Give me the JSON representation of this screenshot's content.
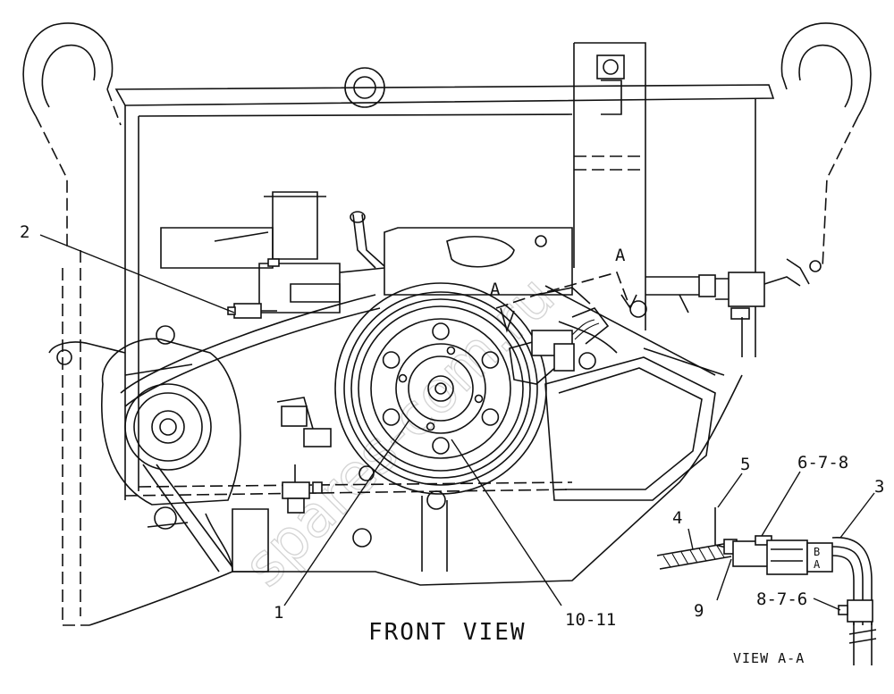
{
  "diagram": {
    "title": "FRONT VIEW",
    "subtitle": "VIEW A-A",
    "section_letter": "A",
    "watermark": "spares-com.ru",
    "callouts": {
      "c1": "1",
      "c2": "2",
      "c3": "3",
      "c4": "4",
      "c5": "5",
      "c678": "6-7-8",
      "c876": "8-7-6",
      "c9": "9",
      "c1011": "10-11"
    },
    "detail_labels": {
      "B": "B",
      "A": "A"
    }
  }
}
